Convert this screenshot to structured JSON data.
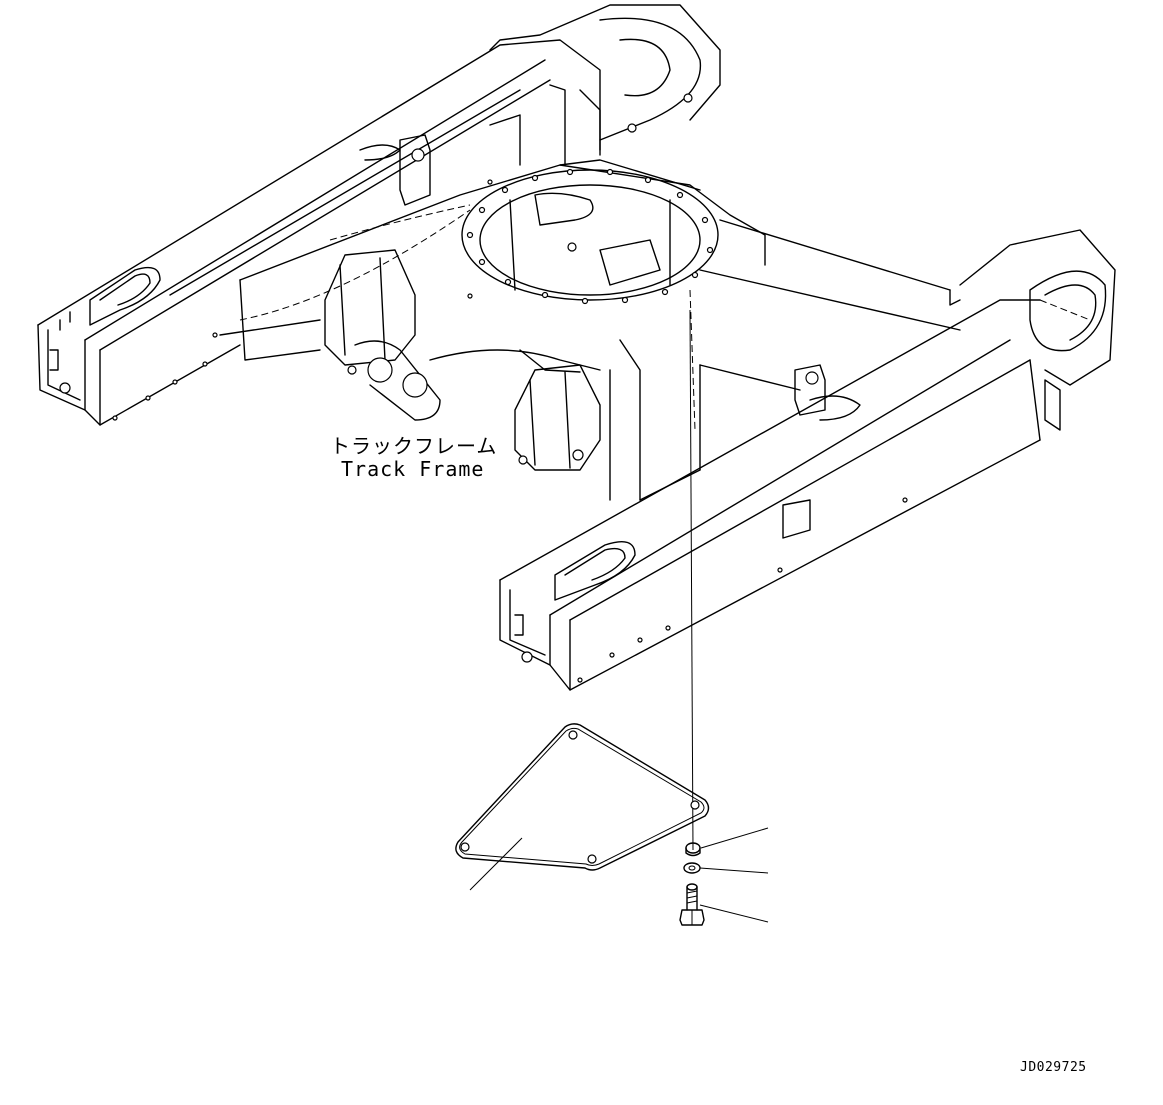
{
  "labels": {
    "track_frame_ja": "トラックフレーム",
    "track_frame_en": "Track Frame"
  },
  "drawing_id": "JD029725"
}
